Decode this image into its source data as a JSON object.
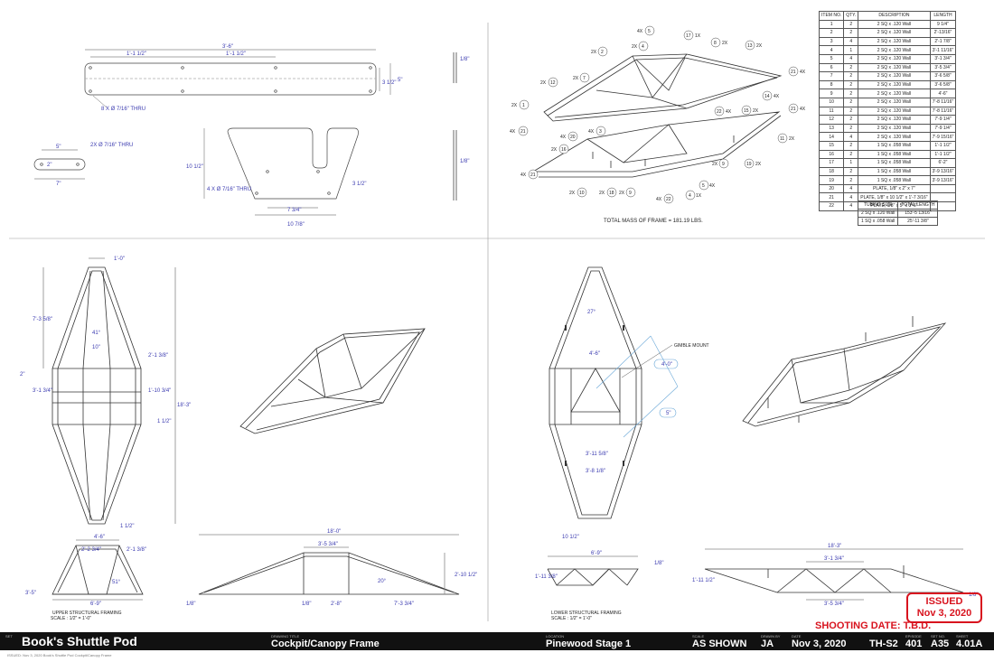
{
  "bom": {
    "headers": [
      "ITEM NO.",
      "QTY.",
      "DESCRIPTION",
      "LENGTH"
    ],
    "rows": [
      [
        "1",
        "2",
        "2 SQ x .120 Wall",
        "9 1/4\""
      ],
      [
        "2",
        "2",
        "2 SQ x .120 Wall",
        "2'-13/16\""
      ],
      [
        "3",
        "4",
        "2 SQ x .120 Wall",
        "2'-1 7/8\""
      ],
      [
        "4",
        "1",
        "2 SQ x .120 Wall",
        "3'-1 11/16\""
      ],
      [
        "5",
        "4",
        "2 SQ x .120 Wall",
        "3'-1 3/4\""
      ],
      [
        "6",
        "2",
        "2 SQ x .120 Wall",
        "3'-5 3/4\""
      ],
      [
        "7",
        "2",
        "2 SQ x .120 Wall",
        "3'-6 5/8\""
      ],
      [
        "8",
        "2",
        "2 SQ x .120 Wall",
        "3'-6 5/8\""
      ],
      [
        "9",
        "2",
        "2 SQ x .120 Wall",
        "4'-6\""
      ],
      [
        "10",
        "2",
        "2 SQ x .120 Wall",
        "7'-8 11/16\""
      ],
      [
        "11",
        "2",
        "2 SQ x .120 Wall",
        "7'-8 11/16\""
      ],
      [
        "12",
        "2",
        "2 SQ x .120 Wall",
        "7'-9 1/4\""
      ],
      [
        "13",
        "2",
        "2 SQ x .120 Wall",
        "7'-9 1/4\""
      ],
      [
        "14",
        "4",
        "2 SQ x .120 Wall",
        "7'-9 15/16\""
      ],
      [
        "15",
        "2",
        "1 SQ x .058 Wall",
        "1'-1 1/2\""
      ],
      [
        "16",
        "2",
        "1 SQ x .058 Wall",
        "1'-1 1/2\""
      ],
      [
        "17",
        "1",
        "1 SQ x .058 Wall",
        "6'-2\""
      ],
      [
        "18",
        "2",
        "1 SQ x .058 Wall",
        "3'-9 13/16\""
      ],
      [
        "19",
        "2",
        "1 SQ x .058 Wall",
        "3'-9 13/16\""
      ],
      [
        "20",
        "4",
        "PLATE, 1/8\" x 2\" x 7\"",
        ""
      ],
      [
        "21",
        "4",
        "PLATE, 1/8\" x 10 1/2\" x 1'-7 3/16\"",
        ""
      ],
      [
        "22",
        "4",
        "PLATE, 1/8\" x 5\" x 3'-6\"",
        ""
      ]
    ]
  },
  "tubing": {
    "headers": [
      "TUBING SIZE",
      "TOTAL LENGTH"
    ],
    "rows": [
      [
        "2 SQ x .120 Wall",
        "153'-5 13/16\""
      ],
      [
        "1 SQ x .058 Wall",
        "25'-11 3/8\""
      ]
    ]
  },
  "notes": {
    "total_mass": "TOTAL MASS OF FRAME = 181.19 LBS.",
    "gimble": "GIMBLE MOUNT",
    "upper_title": "UPPER STRUCTURAL FRAMING",
    "upper_scale": "SCALE : 1/2\" = 1'-0\"",
    "lower_title": "LOWER STRUCTURAL FRAMING",
    "lower_scale": "SCALE : 1/2\" = 1'-0\""
  },
  "dims": {
    "plate_len": "3'-6\"",
    "plate_sub1": "1'-1 1/2\"",
    "plate_sub2": "1'-1 1/2\"",
    "plate_h": "5\"",
    "plate_h2": "3 1/2\"",
    "plate_holes": "8 X Ø 7/16\" THRU",
    "small_len": "7\"",
    "small_sub": "5\"",
    "small_h": "2\"",
    "small_holes": "2X Ø 7/16\" THRU",
    "trap_h": "10 1/2\"",
    "trap_h2": "3 1/2\"",
    "trap_holes": "4 X Ø 7/16\" THRU",
    "trap_b1": "7 3/4\"",
    "trap_b2": "10 7/8\"",
    "side1": "1/8\"",
    "side2": "1/8\"",
    "up_top": "1'-0\"",
    "up_len": "7'-3 5/8\"",
    "up_ang": "41°",
    "up_w": "10\"",
    "up_a": "2'-1 3/8\"",
    "up_b": "1'-10 3/4\"",
    "up_c": "3'-1 3/4\"",
    "up_d": "2\"",
    "up_e": "1 1/2\"",
    "up_total": "18'-3\"",
    "up_f": "1 1/2\"",
    "ue_top": "4'-6\"",
    "ue_a": "2'-2 3/4\"",
    "ue_b": "2'-1 3/8\"",
    "ue_ang": "51°",
    "ue_h": "3'-5\"",
    "ue_bot": "6'-9\"",
    "us_total": "18'-0\"",
    "us_top": "3'-5 3/4\"",
    "us_h": "2'-10 1/2\"",
    "us_ang": "20°",
    "us_a": "1/8\"",
    "us_b": "2'-8\"",
    "us_c": "7'-3 3/4\"",
    "us_d": "1/8\"",
    "lo_ang": "27°",
    "lo_w": "4'-6\"",
    "lo_g1": "4'-0\"",
    "lo_g2": "5\"",
    "lo_a": "3'-11 5/8\"",
    "lo_b": "3'-8 1/8\"",
    "lo_c": "10 1/2\"",
    "le_top": "6'-9\"",
    "le_h": "1'-11 3/8\"",
    "le_a": "1/8\"",
    "ls_total": "18'-3\"",
    "ls_a": "3'-1 3/4\"",
    "ls_h": "1'-11 1/2\"",
    "ls_b": "3'-5 3/4\"",
    "ls_c": "1/8\""
  },
  "balloons": [
    {
      "n": "5",
      "q": "4X"
    },
    {
      "n": "17",
      "q": "1X"
    },
    {
      "n": "4",
      "q": "2X"
    },
    {
      "n": "8",
      "q": "2X"
    },
    {
      "n": "13",
      "q": "2X"
    },
    {
      "n": "2",
      "q": "2X"
    },
    {
      "n": "7",
      "q": "2X"
    },
    {
      "n": "12",
      "q": "2X"
    },
    {
      "n": "21",
      "q": "4X"
    },
    {
      "n": "14",
      "q": "4X"
    },
    {
      "n": "1",
      "q": "2X"
    },
    {
      "n": "22",
      "q": "4X"
    },
    {
      "n": "15",
      "q": "2X"
    },
    {
      "n": "21",
      "q": "4X"
    },
    {
      "n": "21",
      "q": "4X"
    },
    {
      "n": "11",
      "q": "2X"
    },
    {
      "n": "3",
      "q": "4X"
    },
    {
      "n": "20",
      "q": "4X"
    },
    {
      "n": "16",
      "q": "2X"
    },
    {
      "n": "9",
      "q": "2X"
    },
    {
      "n": "19",
      "q": "2X"
    },
    {
      "n": "21",
      "q": "4X"
    },
    {
      "n": "10",
      "q": "2X"
    },
    {
      "n": "18",
      "q": "2X"
    },
    {
      "n": "9",
      "q": "2X"
    },
    {
      "n": "22",
      "q": "4X"
    },
    {
      "n": "4",
      "q": "1X"
    },
    {
      "n": "5",
      "q": "4X"
    }
  ],
  "title_block": {
    "project_label": "SET",
    "project": "Book's Shuttle Pod",
    "drawing_title_label": "DRAWING TITLE",
    "drawing_title": "Cockpit/Canopy Frame",
    "location_label": "LOCATION",
    "location": "Pinewood Stage 1",
    "scale_label": "SCALE",
    "scale": "AS SHOWN",
    "drawn_by_label": "DRAWN BY",
    "drawn_by": "JA",
    "date_label": "DATE",
    "date": "Nov 3, 2020",
    "code": "TH-S2",
    "episode_label": "EPISODE",
    "episode": "401",
    "set_no_label": "SET NO.",
    "set_no": "A35",
    "sheet_label": "SHEET",
    "sheet": "4.01A"
  },
  "stamp": {
    "line1": "ISSUED",
    "line2": "Nov 3, 2020"
  },
  "shooting_date": "SHOOTING DATE:  T.B.D.",
  "footer_note": "ISSUED: Nov 3, 2020  Book's Shuttle Pod Cockpit/Canopy Frame"
}
